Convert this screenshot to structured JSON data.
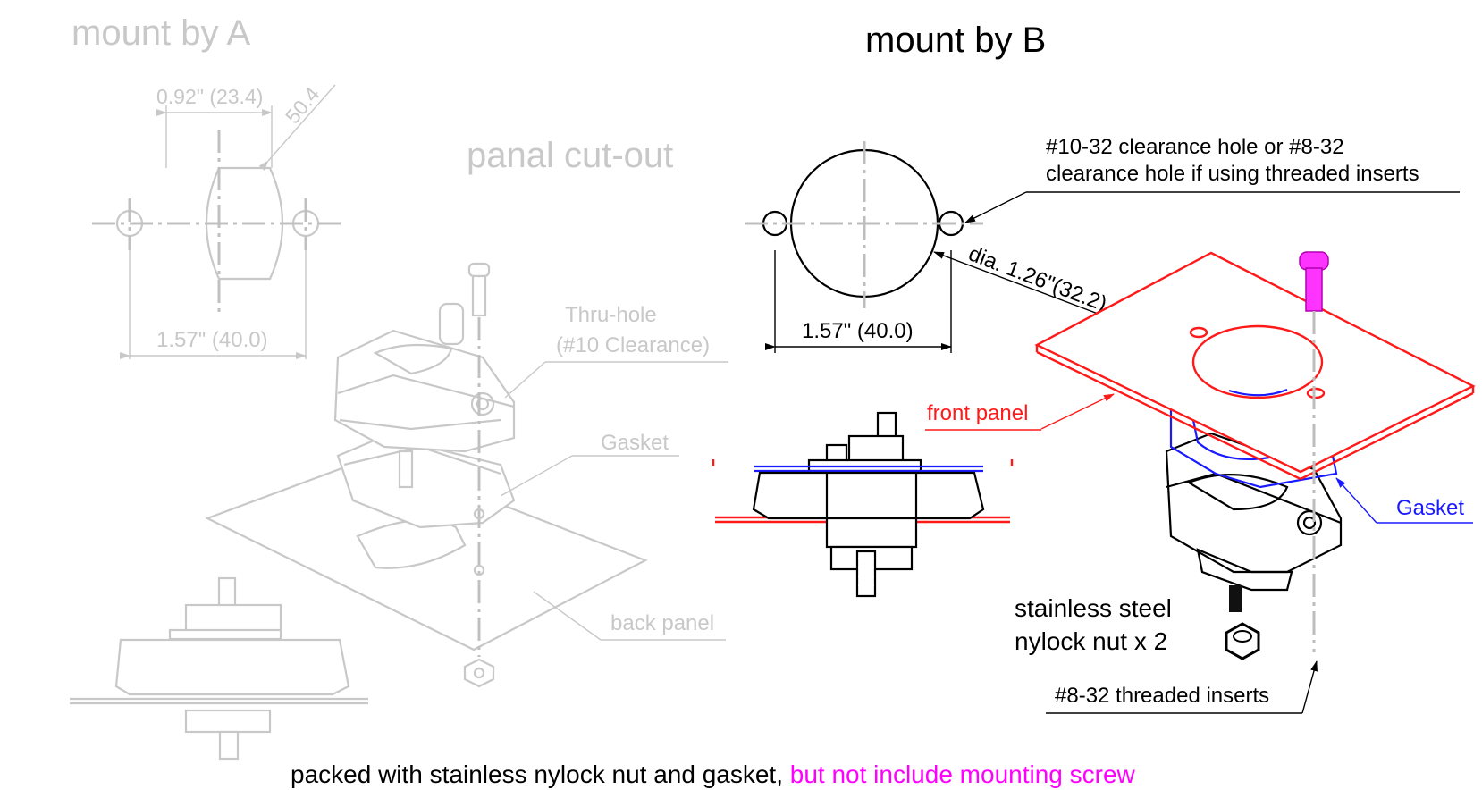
{
  "left": {
    "title": "mount by A",
    "cutout_title": "panal cut-out",
    "dim_top": "0.92\" (23.4)",
    "dim_diag": "50.4",
    "dim_bottom": "1.57\" (40.0)",
    "thru_hole": [
      "Thru-hole",
      "(#10 Clearance)"
    ],
    "gasket": "Gasket",
    "back_panel": "back panel"
  },
  "right": {
    "title": "mount by B",
    "clearance": [
      "#10-32  clearance hole or #8-32",
      "clearance hole if using threaded inserts"
    ],
    "dia": "dia. 1.26\"(32.2)",
    "dim_bottom": "1.57\" (40.0)",
    "front_panel": "front panel",
    "gasket": "Gasket",
    "nut": [
      "stainless steel",
      "nylock nut x 2"
    ],
    "inserts": "#8-32 threaded inserts"
  },
  "footer": {
    "main": "packed with stainless nylock nut and gasket, ",
    "highlight": "but not include mounting screw"
  },
  "colors": {
    "faint": "#c8c8c8",
    "front_panel": "#ff1a1a",
    "gasket": "#1a1aff",
    "screw": "#ff33ff",
    "highlight": "#ff00ff"
  }
}
